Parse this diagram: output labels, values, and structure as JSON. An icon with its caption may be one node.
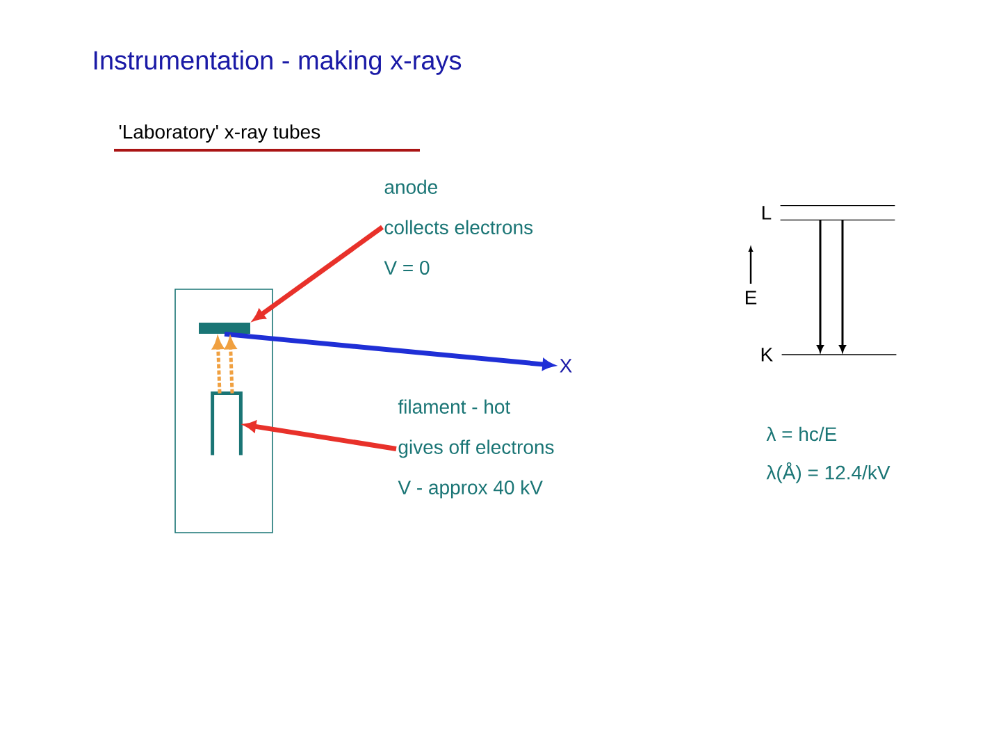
{
  "diagram": {
    "title": "Instrumentation - making x-rays",
    "nodes": [
      {
        "text": [
          "anode",
          "collects electrons",
          "V = 0"
        ]
      },
      {
        "text": [],
        "shape": "bar"
      },
      {
        "text": [],
        "shape": "filament"
      },
      {
        "text": [
          "X"
        ]
      },
      {
        "text": [
          "filament - hot",
          "gives off electrons",
          "V - approx 40 kV"
        ]
      },
      {
        "text": [],
        "shape": "line",
        "beside": [
          "L"
        ]
      },
      {
        "text": [],
        "shape": "line",
        "beside": [
          "K"
        ]
      }
    ],
    "edges": [
      {
        "from": 0,
        "to": 1,
        "arrow": "to",
        "color": "#e8312a"
      },
      {
        "from": 4,
        "to": 2,
        "arrow": "to",
        "color": "#e8312a"
      },
      {
        "from": 1,
        "to": 3,
        "arrow": "to",
        "color": "#1f2fd6"
      },
      {
        "from": 2,
        "to": 1,
        "arrow": "to",
        "style": "dashed",
        "color": "#f0a040"
      },
      {
        "from": 2,
        "to": 1,
        "arrow": "to",
        "style": "dashed",
        "color": "#f0a040"
      },
      {
        "from": 5,
        "to": 6,
        "arrow": "to",
        "color": "#000000"
      },
      {
        "from": 5,
        "to": 6,
        "arrow": "to",
        "color": "#000000"
      }
    ],
    "labels": [
      "'Laboratory' x-ray tubes",
      "E",
      "λ = hc/E",
      "λ(Å) = 12.4/kV"
    ]
  }
}
